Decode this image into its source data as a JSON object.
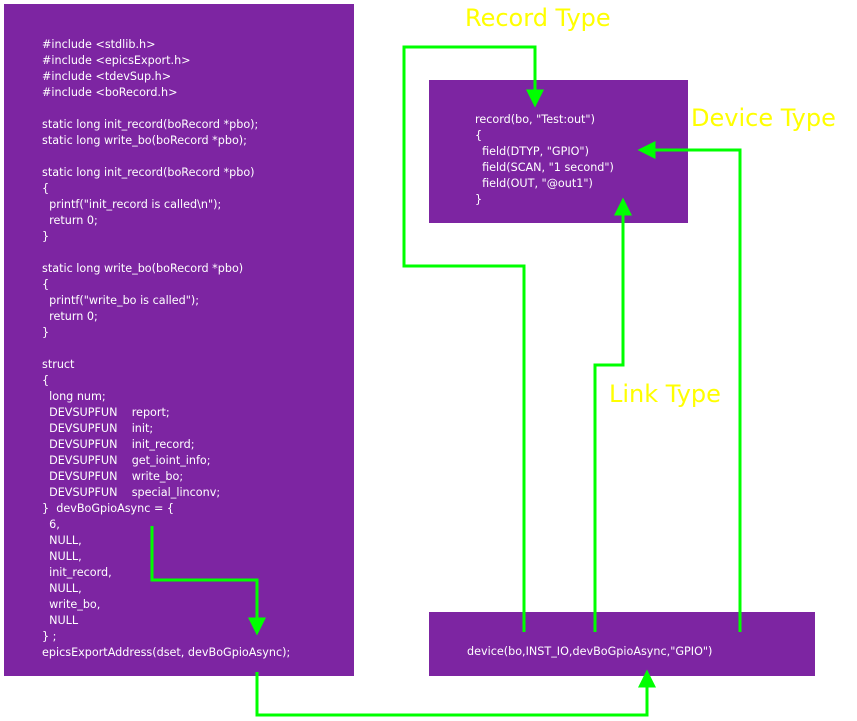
{
  "code_listing": {
    "lines": [
      "#include <stdlib.h>",
      "#include <epicsExport.h>",
      "#include <tdevSup.h>",
      "#include <boRecord.h>",
      "",
      "static long init_record(boRecord *pbo);",
      "static long write_bo(boRecord *pbo);",
      "",
      "static long init_record(boRecord *pbo)",
      "{",
      "  printf(\"init_record is called\\n\");",
      "  return 0;",
      "}",
      "",
      "static long write_bo(boRecord *pbo)",
      "{",
      "  printf(\"write_bo is called\");",
      "  return 0;",
      "}",
      "",
      "struct",
      "{",
      "  long num;",
      "  DEVSUPFUN    report;",
      "  DEVSUPFUN    init;",
      "  DEVSUPFUN    init_record;",
      "  DEVSUPFUN    get_ioint_info;",
      "  DEVSUPFUN    write_bo;",
      "  DEVSUPFUN    special_linconv;",
      "}  devBoGpioAsync = {",
      "  6,",
      "  NULL,",
      "  NULL,",
      "  init_record,",
      "  NULL,",
      "  write_bo,",
      "  NULL",
      "} ;",
      "epicsExportAddress(dset, devBoGpioAsync);"
    ]
  },
  "record_definition": {
    "lines": [
      "record(bo, \"Test:out\")",
      "{",
      "  field(DTYP, \"GPIO\")",
      "  field(SCAN, \"1 second\")",
      "  field(OUT, \"@out1\")",
      "}"
    ]
  },
  "device_definition": {
    "text": "device(bo,INST_IO,devBoGpioAsync,\"GPIO\")"
  },
  "labels": {
    "record_type": "Record Type",
    "device_type": "Device Type",
    "link_type": "Link Type"
  },
  "colors": {
    "box_fill": "#7d25a2",
    "code_text": "#ffffff",
    "label_text": "#ffff00",
    "connector": "#00ff00"
  }
}
